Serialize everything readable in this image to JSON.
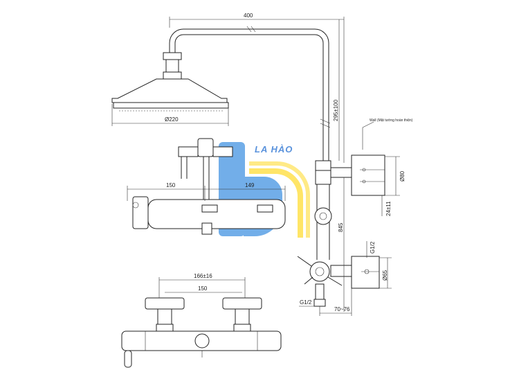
{
  "dims": {
    "arm_width": "400",
    "arm_drop": "295±100",
    "head_dia": "Ø220",
    "len_150_top": "150",
    "len_149": "149",
    "rise_845": "845",
    "flange_80": "Ø80",
    "flange_24": "24±11",
    "g12_right": "G1/2",
    "flange_65": "Ø65",
    "g12_bottom": "G1/2",
    "wall_dist": "70~76",
    "centers": "166±16",
    "len_150_bottom": "150"
  },
  "notes": {
    "wall": "Wall (Mặt tường hoàn thiện)"
  },
  "watermark": {
    "text": "LA HÀO"
  },
  "colors": {
    "line": "#222222",
    "logo_blue": "#5aa0e6",
    "logo_yellow": "#ffe14d"
  }
}
